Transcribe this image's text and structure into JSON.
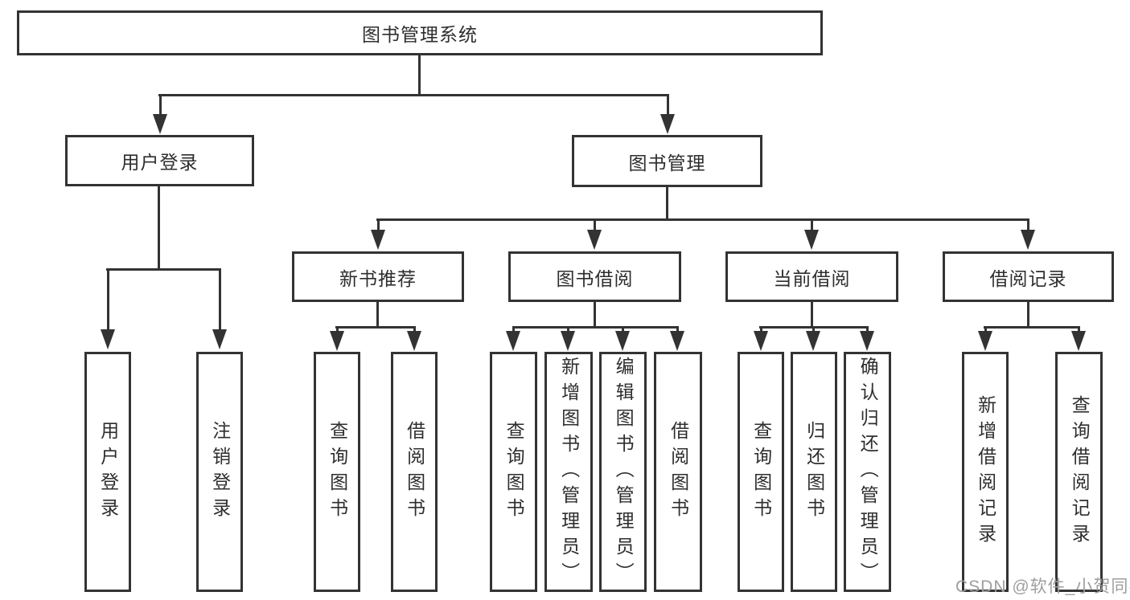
{
  "diagram": {
    "root": {
      "label": "图书管理系统"
    },
    "level2": [
      {
        "label": "用户登录"
      },
      {
        "label": "图书管理"
      }
    ],
    "level3": [
      {
        "label": "新书推荐"
      },
      {
        "label": "图书借阅"
      },
      {
        "label": "当前借阅"
      },
      {
        "label": "借阅记录"
      }
    ],
    "leaves": {
      "login": [
        "用户登录",
        "注销登录"
      ],
      "newbook": [
        "查询图书",
        "借阅图书"
      ],
      "borrow": [
        "查询图书",
        "新增图书（管理员）",
        "编辑图书（管理员）",
        "借阅图书"
      ],
      "current": [
        "查询图书",
        "归还图书",
        "确认归还（管理员）"
      ],
      "records": [
        "新增借阅记录",
        "查询借阅记录"
      ]
    },
    "colors": {
      "line": "#333333",
      "box_background": "#ffffff",
      "text": "#2e2e2e",
      "watermark": "#9e9e9e"
    }
  },
  "watermark": {
    "text": "CSDN @软件_小贺同学"
  }
}
